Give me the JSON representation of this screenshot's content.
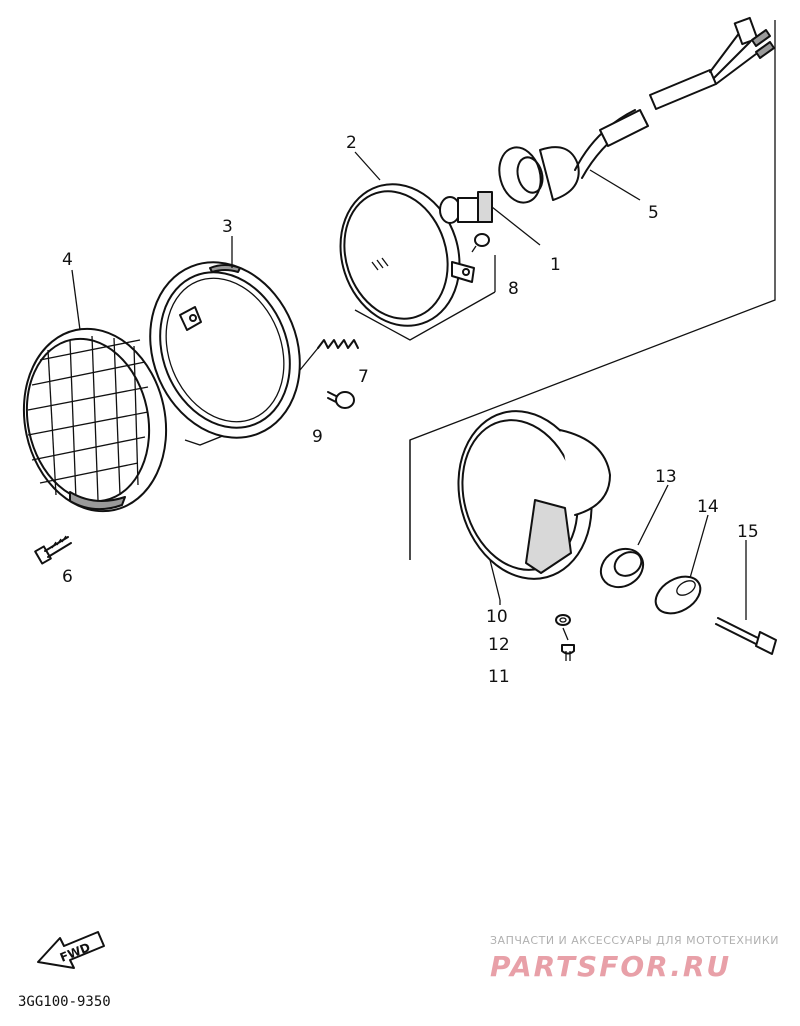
{
  "callouts": {
    "p1": "1",
    "p2": "2",
    "p3": "3",
    "p4": "4",
    "p5": "5",
    "p6": "6",
    "p7": "7",
    "p8": "8",
    "p9": "9",
    "p10": "10",
    "p11": "11",
    "p12": "12",
    "p13": "13",
    "p14": "14",
    "p15": "15"
  },
  "fwd_label": "FWD",
  "diagram_code": "3GG100-9350",
  "watermark": {
    "tagline": "ЗАПЧАСТИ И АКСЕССУАРЫ ДЛЯ МОТОТЕХНИКИ",
    "logo": "PARTSFOR.RU"
  }
}
